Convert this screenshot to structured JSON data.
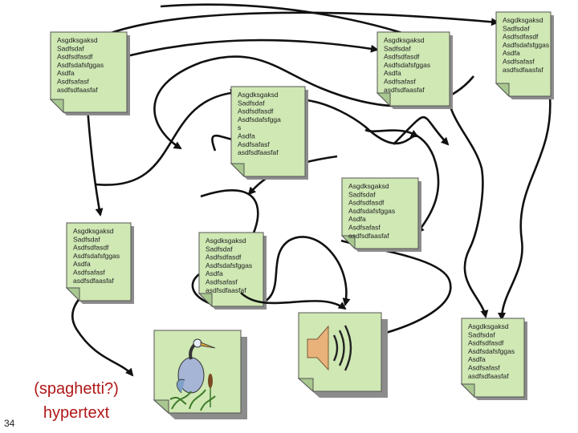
{
  "slide": {
    "caption_line1": "(spaghetti?)",
    "caption_line2": "hypertext",
    "page_number": "34"
  },
  "colors": {
    "note_fill": "#cfe8b4",
    "note_shadow": "#8c8c8c",
    "arrow": "#111111",
    "caption": "#b01818"
  },
  "documents": [
    {
      "id": "doc-a",
      "lines": [
        "Asgdksgaksd",
        "Sadfsdaf",
        "Asdfsdfasdf",
        "Asdfsdafsfggas",
        "Asdfa",
        "Asdfsafasf",
        "asdfsdfaasfaf"
      ]
    },
    {
      "id": "doc-b",
      "lines": [
        "Asgdksgaksd",
        "Sadfsdaf",
        "Asdfsdfasdf",
        "Asdfsdafsfgga",
        "s",
        "Asdfa",
        "Asdfsafasf",
        "asdfsdfaasfaf"
      ]
    },
    {
      "id": "doc-c",
      "lines": [
        "Asgdksgaksd",
        "Sadfsdaf",
        "Asdfsdfasdf",
        "Asdfsdafsfggas",
        "Asdfa",
        "Asdfsafasf",
        "asdfsdfaasfaf"
      ]
    },
    {
      "id": "doc-d",
      "lines": [
        "Asgdksgaksd",
        "Sadfsdaf",
        "Asdfsdfasdf",
        "Asdfsdafsfggas",
        "Asdfa",
        "Asdfsafasf",
        "asdfsdfaasfaf"
      ]
    },
    {
      "id": "doc-e",
      "lines": [
        "Asgdksgaksd",
        "Sadfsdaf",
        "Asdfsdfasdf",
        "Asdfsdafsfggas",
        "Asdfa",
        "Asdfsafasf",
        "asdfsdfaasfaf"
      ]
    },
    {
      "id": "doc-f",
      "lines": [
        "Asgdksgaksd",
        "Sadfsdaf",
        "Asdfsdfasdf",
        "Asdfsdafsfggas",
        "Asdfa",
        "Asdfsafasf",
        "asdfsdfaasfaf"
      ]
    },
    {
      "id": "doc-g",
      "lines": [
        "Asgdksgaksd",
        "Sadfsdaf",
        "Asdfsdfasdf",
        "Asdfsdafsfggas",
        "Asdfa",
        "Asdfsafasf",
        "asdfsdfaasfaf"
      ]
    },
    {
      "id": "doc-h",
      "lines": [
        "Asgdksgaksd",
        "Sadfsdaf",
        "Asdfsdfasdf",
        "Asdfsdafsfggas",
        "Asdfa",
        "Asdfsafasf",
        "asdfsdfaasfaf"
      ]
    }
  ],
  "media": [
    {
      "id": "sound-doc",
      "icon": "speaker-icon"
    },
    {
      "id": "image-doc",
      "icon": "heron-icon"
    }
  ]
}
